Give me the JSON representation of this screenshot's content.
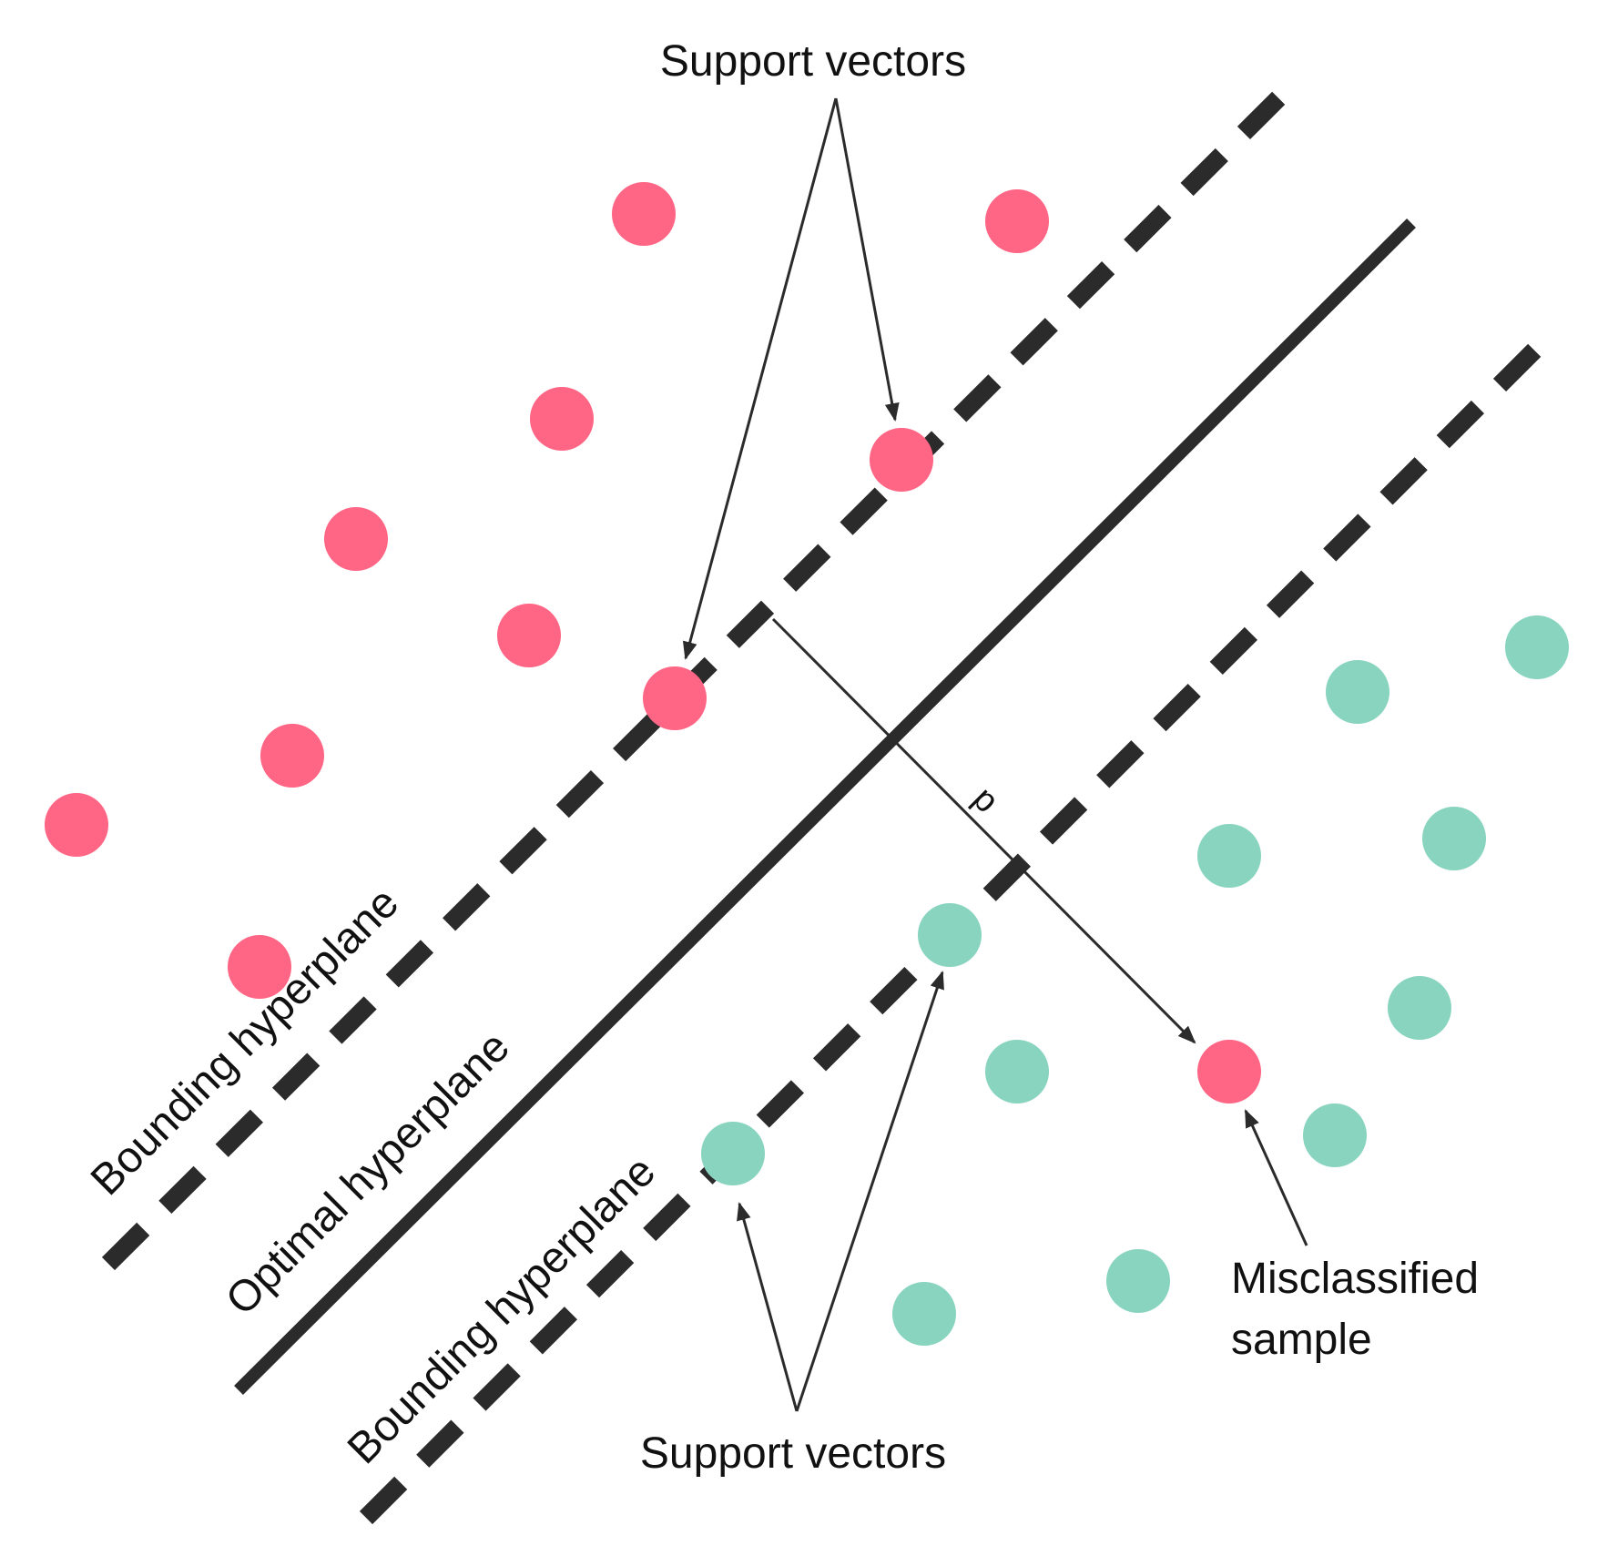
{
  "colors": {
    "class_a": "#ff6584",
    "class_b": "#88d4bf",
    "line": "#2b2b2b",
    "background": "#ffffff"
  },
  "labels": {
    "support_vectors_top": "Support vectors",
    "support_vectors_bottom": "Support vectors",
    "bounding_hyperplane_upper": "Bounding hyperplane",
    "optimal_hyperplane": "Optimal hyperplane",
    "bounding_hyperplane_lower": "Bounding hyperplane",
    "distance": "d",
    "misclassified_line1": "Misclassified",
    "misclassified_line2": "sample"
  }
}
